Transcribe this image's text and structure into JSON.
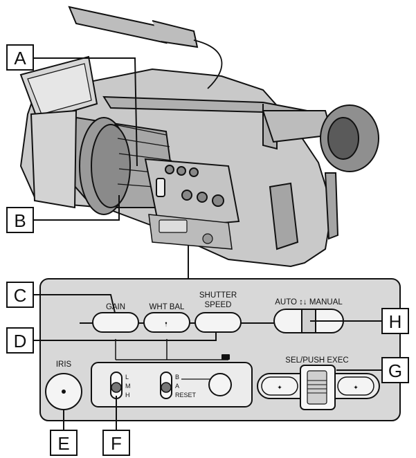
{
  "callouts": {
    "a": "A",
    "b": "B",
    "c": "C",
    "d": "D",
    "e": "E",
    "f": "F",
    "g": "G",
    "h": "H"
  },
  "panel": {
    "gain": "GAIN",
    "wht_bal": "WHT BAL",
    "shutter_line1": "SHUTTER",
    "shutter_line2": "SPEED",
    "auto_manual": "AUTO ↕↓ MANUAL",
    "sel_push_exec": "SEL/PUSH EXEC",
    "iris": "IRIS",
    "gain_switch": [
      "L",
      "M",
      "H"
    ],
    "wb_switch": [
      "B",
      "A",
      "RESET"
    ]
  }
}
